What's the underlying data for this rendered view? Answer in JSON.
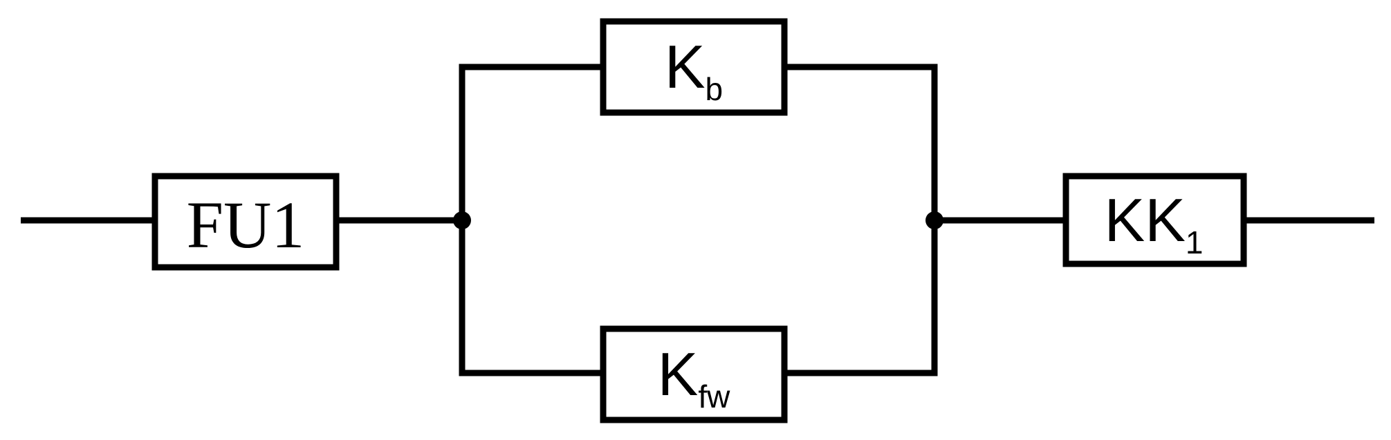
{
  "components": {
    "fu1": {
      "text": "FU1"
    },
    "kb": {
      "main": "K",
      "sub": "b"
    },
    "kfw": {
      "main": "K",
      "sub": "fw"
    },
    "kk1": {
      "main": "KK",
      "sub": "1"
    }
  }
}
